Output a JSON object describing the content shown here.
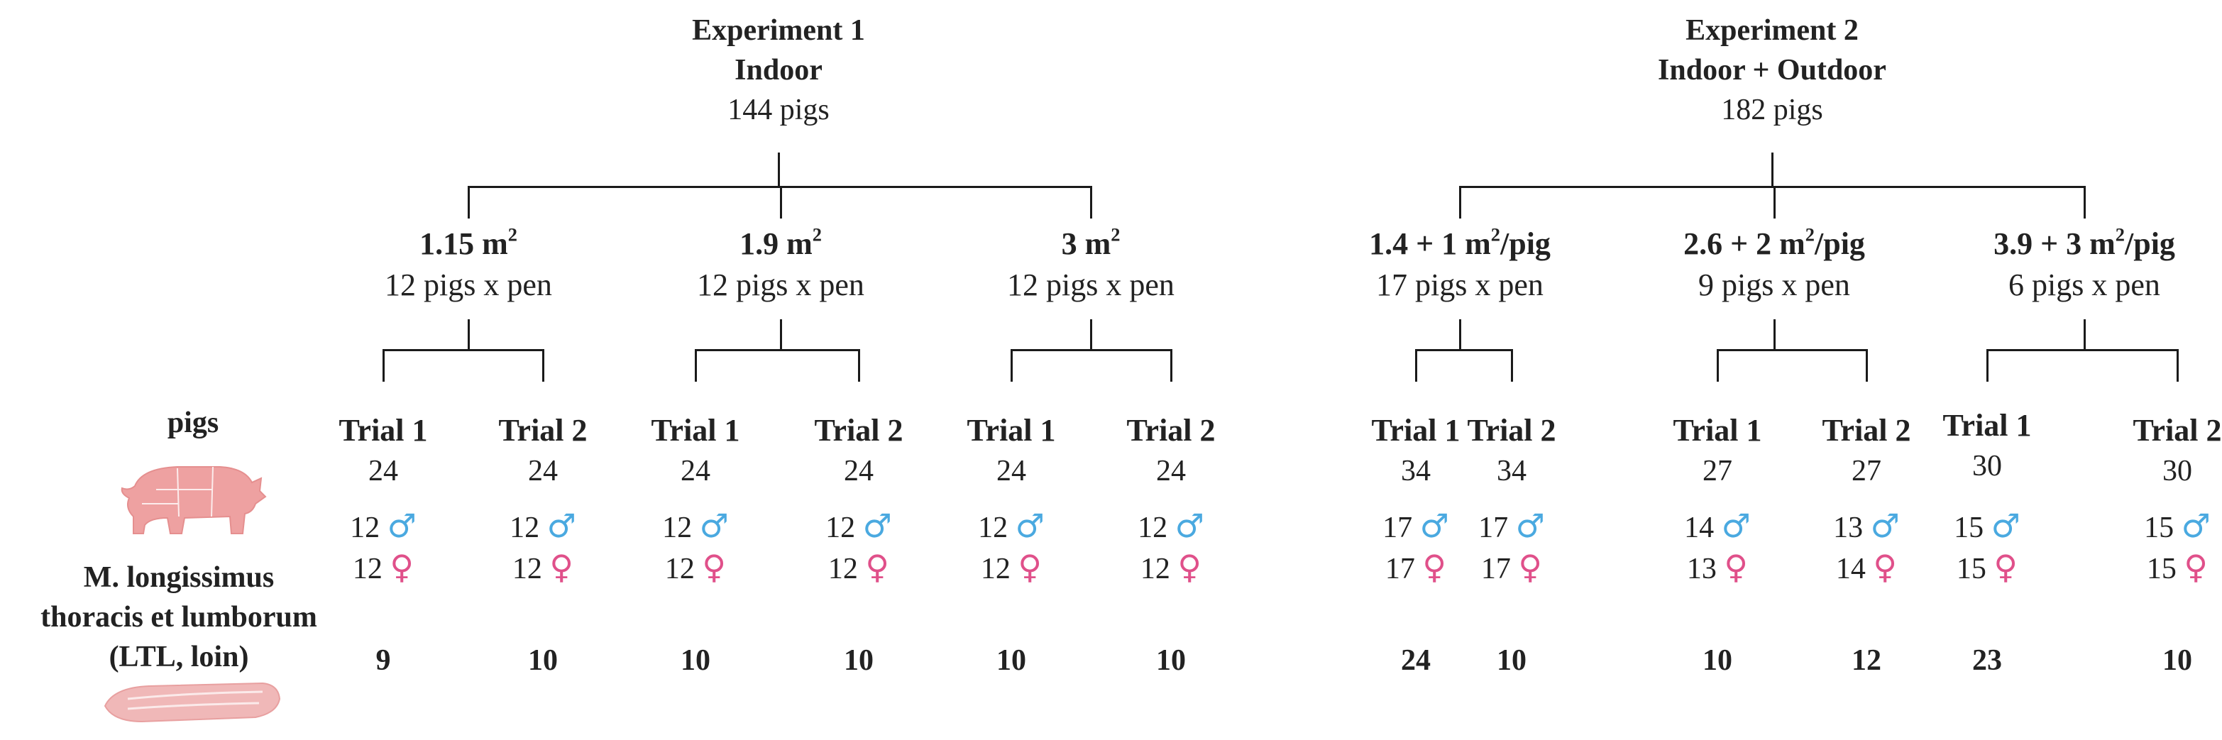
{
  "experiments": [
    {
      "title": "Experiment 1",
      "subtitle": "Indoor",
      "count": "144 pigs",
      "groups": [
        {
          "title": "1.15 m",
          "sup": "2",
          "suffix": "",
          "sub": "12 pigs x pen",
          "trials": [
            {
              "label": "Trial 1",
              "n": "24",
              "males": "12",
              "females": "12",
              "ltl": "9"
            },
            {
              "label": "Trial 2",
              "n": "24",
              "males": "12",
              "females": "12",
              "ltl": "10"
            }
          ]
        },
        {
          "title": "1.9 m",
          "sup": "2",
          "suffix": "",
          "sub": "12 pigs x pen",
          "trials": [
            {
              "label": "Trial 1",
              "n": "24",
              "males": "12",
              "females": "12",
              "ltl": "10"
            },
            {
              "label": "Trial 2",
              "n": "24",
              "males": "12",
              "females": "12",
              "ltl": "10"
            }
          ]
        },
        {
          "title": "3 m",
          "sup": "2",
          "suffix": "",
          "sub": "12 pigs x pen",
          "trials": [
            {
              "label": "Trial 1",
              "n": "24",
              "males": "12",
              "females": "12",
              "ltl": "10"
            },
            {
              "label": "Trial 2",
              "n": "24",
              "males": "12",
              "females": "12",
              "ltl": "10"
            }
          ]
        }
      ]
    },
    {
      "title": "Experiment 2",
      "subtitle": "Indoor + Outdoor",
      "count": "182 pigs",
      "groups": [
        {
          "title": "1.4 + 1 m",
          "sup": "2",
          "suffix": "/pig",
          "sub": "17 pigs x pen",
          "trials": [
            {
              "label": "Trial 1",
              "n": "34",
              "males": "17",
              "females": "17",
              "ltl": "24"
            },
            {
              "label": "Trial 2",
              "n": "34",
              "males": "17",
              "females": "17",
              "ltl": "10"
            }
          ]
        },
        {
          "title": "2.6 + 2 m",
          "sup": "2",
          "suffix": "/pig",
          "sub": "9 pigs x pen",
          "trials": [
            {
              "label": "Trial 1",
              "n": "27",
              "males": "14",
              "females": "13",
              "ltl": "10"
            },
            {
              "label": "Trial 2",
              "n": "27",
              "males": "13",
              "females": "14",
              "ltl": "12"
            }
          ]
        },
        {
          "title": "3.9 + 3 m",
          "sup": "2",
          "suffix": "/pig",
          "sub": "6 pigs x pen",
          "trials": [
            {
              "label": "Trial 1",
              "n": "30",
              "males": "15",
              "females": "15",
              "ltl": "23"
            },
            {
              "label": "Trial 2",
              "n": "30",
              "males": "15",
              "females": "15",
              "ltl": "10"
            }
          ]
        }
      ]
    }
  ],
  "side": {
    "pigs_label": "pigs",
    "muscle_line1": "M. longissimus",
    "muscle_line2": "thoracis et lumborum",
    "muscle_line3": "(LTL, loin)"
  },
  "symbols": {
    "male": "♂",
    "female": "♀"
  },
  "colors": {
    "male": "#4aa9e0",
    "female": "#e0508a",
    "pig": "#eea1a1",
    "loin": "#f0b8b8"
  }
}
